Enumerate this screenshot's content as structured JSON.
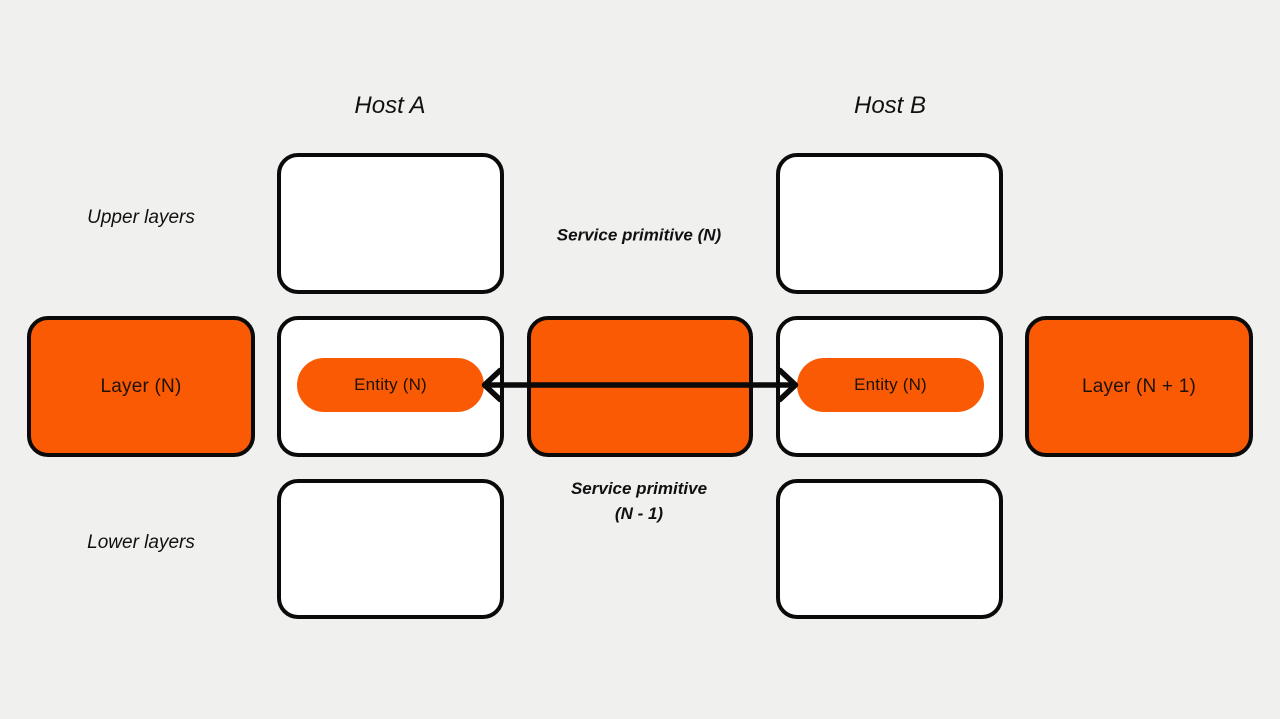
{
  "colors": {
    "background": "#f0f0ef",
    "accent_orange": "#fb5a05",
    "outline_black": "#0a0a0a",
    "annotation_text": "#111111",
    "box_text": "#1c1208",
    "white": "#ffffff"
  },
  "hosts": {
    "a": "Host A",
    "b": "Host B"
  },
  "side_labels": {
    "upper": "Upper layers",
    "lower": "Lower layers"
  },
  "layer_boxes": {
    "left": "Layer (N)",
    "right": "Layer (N + 1)"
  },
  "entities": {
    "host_a": "Entity (N)",
    "host_b": "Entity (N)"
  },
  "service_primitives": {
    "n": "Service primitive (N)",
    "n_minus_1": {
      "line1": "Service primitive",
      "line2": "(N - 1)"
    }
  }
}
